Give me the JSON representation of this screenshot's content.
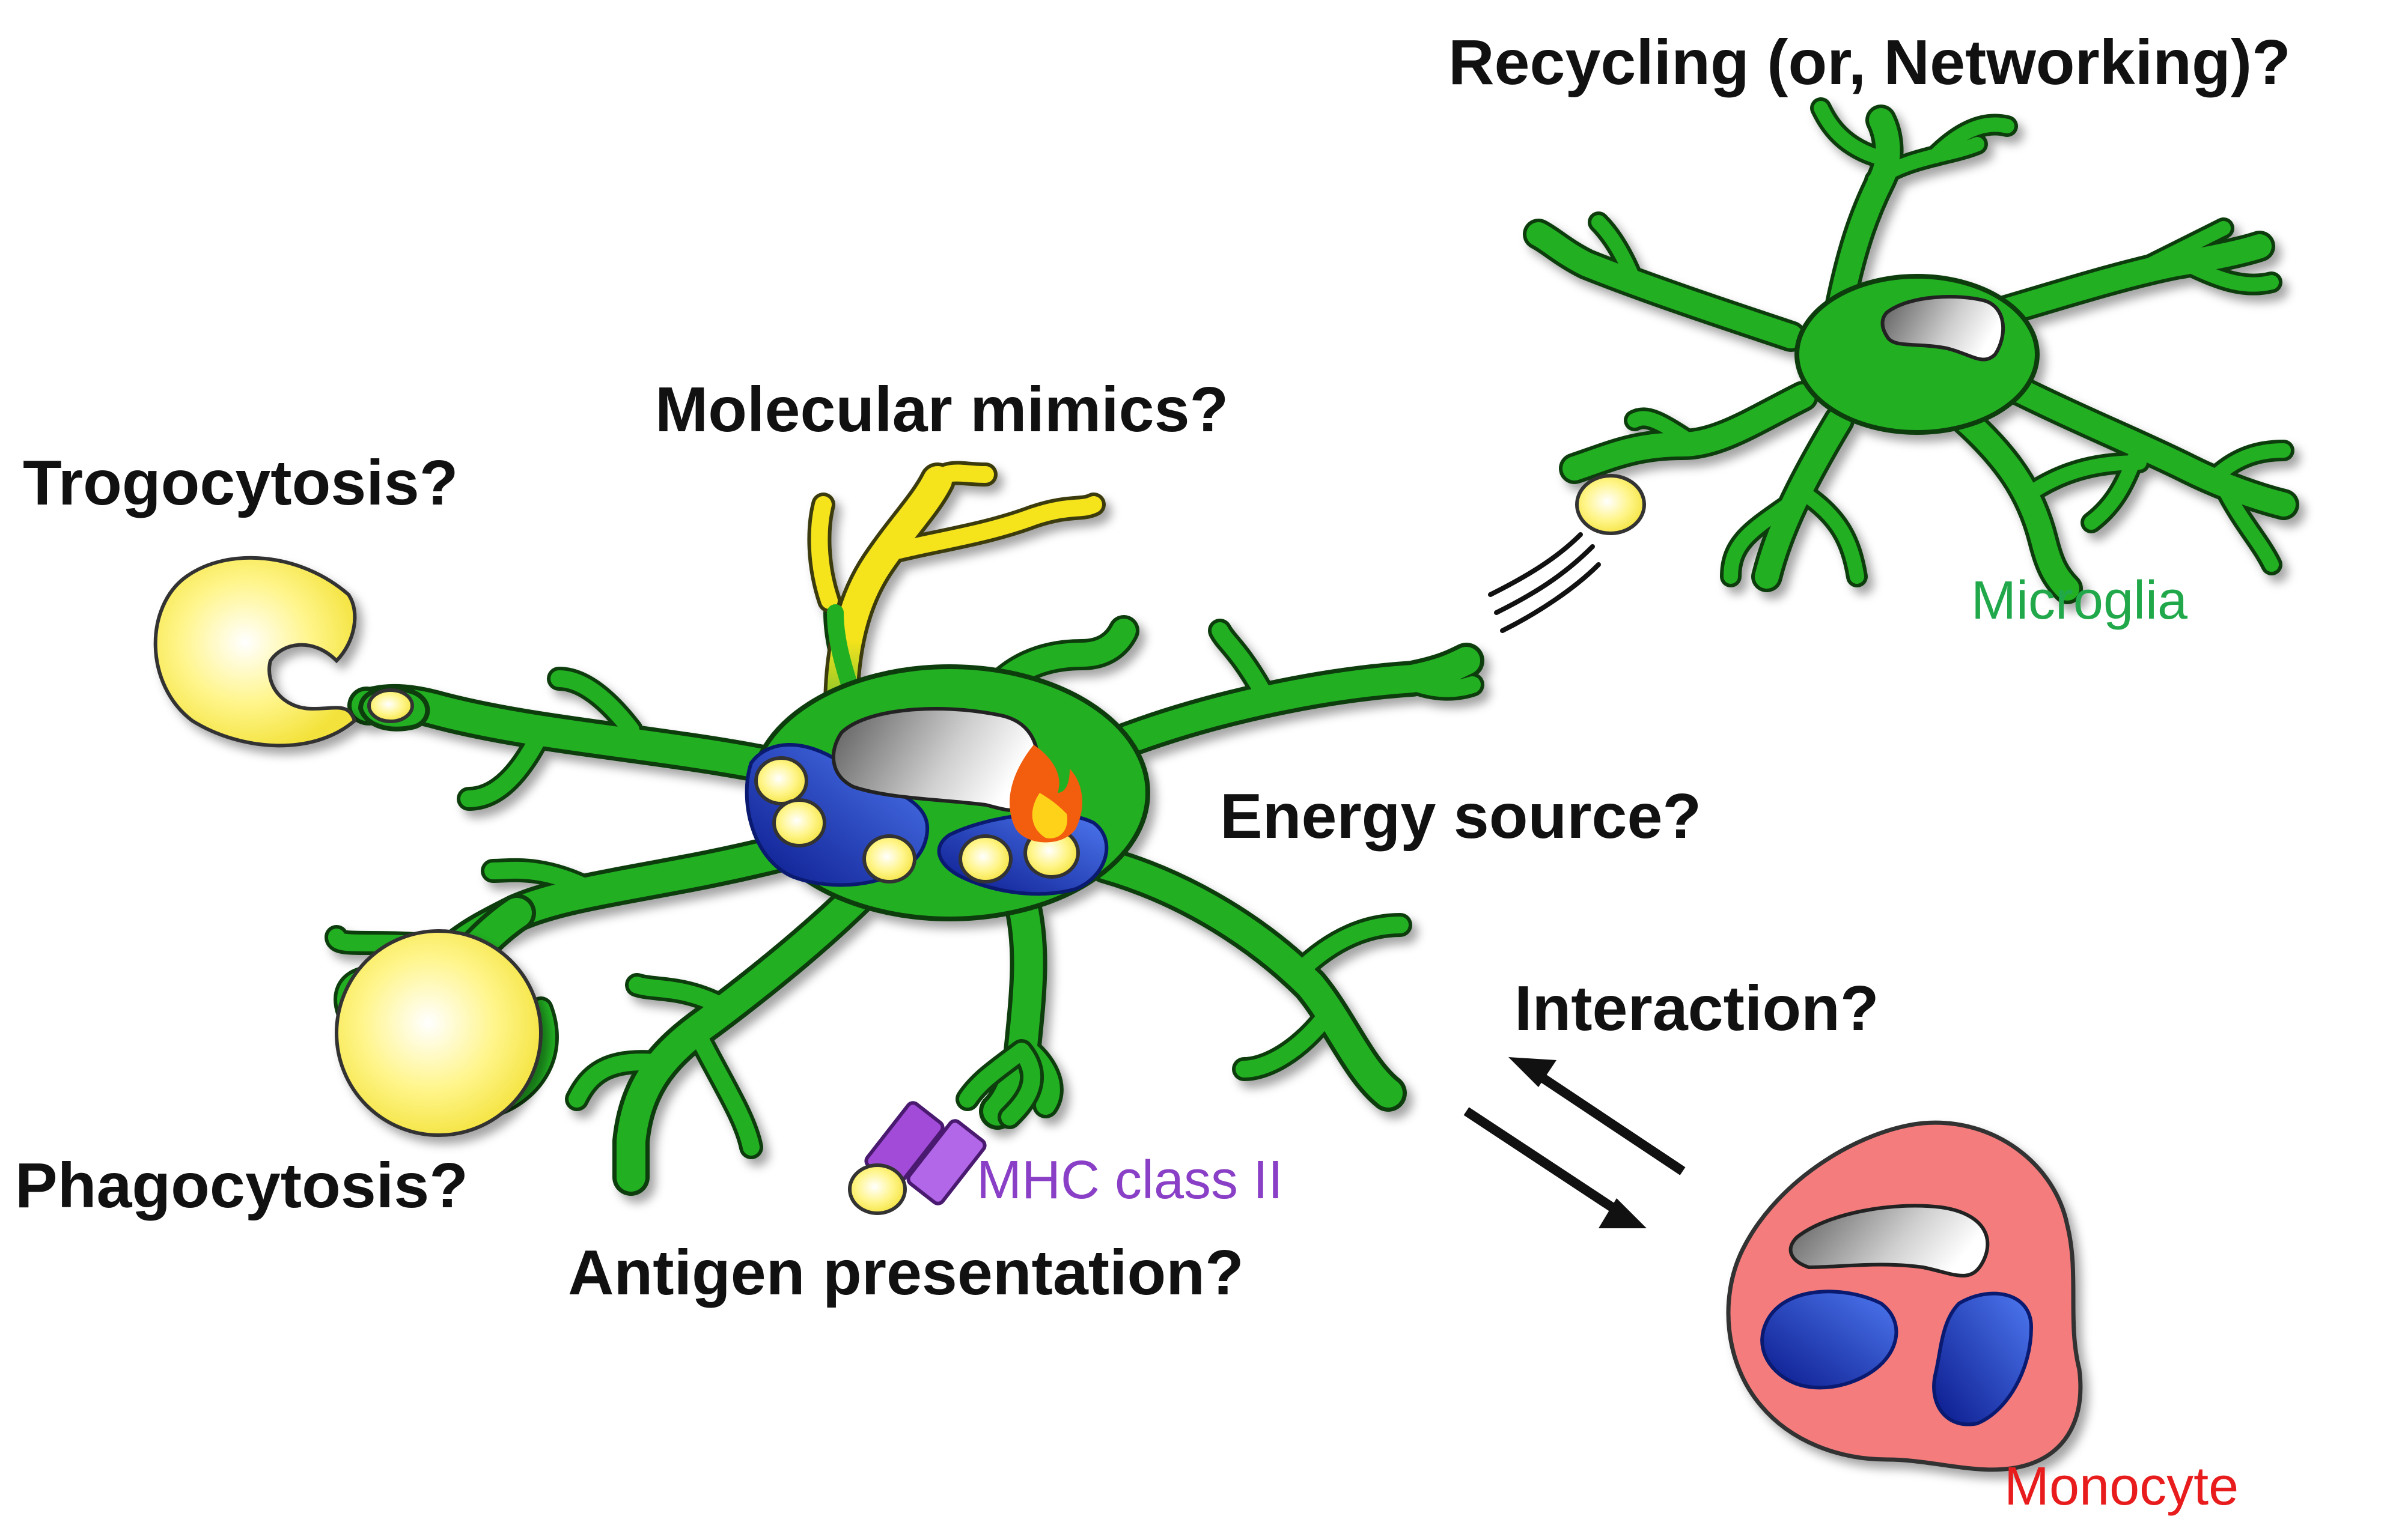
{
  "questions": {
    "recycling": "Recycling (or, Networking)?",
    "molecular_mimics": "Molecular mimics?",
    "trogocytosis": "Trogocytosis?",
    "energy_source": "Energy source?",
    "interaction": "Interaction?",
    "phagocytosis": "Phagocytosis?",
    "antigen_presentation": "Antigen presentation?"
  },
  "cell_labels": {
    "microglia": "Microglia",
    "mhc": "MHC class II",
    "monocyte": "Monocyte"
  },
  "colors": {
    "microglia_body": "#22b022",
    "myelin_debris": "#fff25a",
    "phagosome": "#1a2fb0",
    "nucleus": "#8a8a8a",
    "mhc": "#a24bd8",
    "monocyte": "#f47b7b",
    "microglia_label": "#21a84a",
    "mhc_label": "#8a3fc7",
    "monocyte_label": "#e81c1c"
  }
}
